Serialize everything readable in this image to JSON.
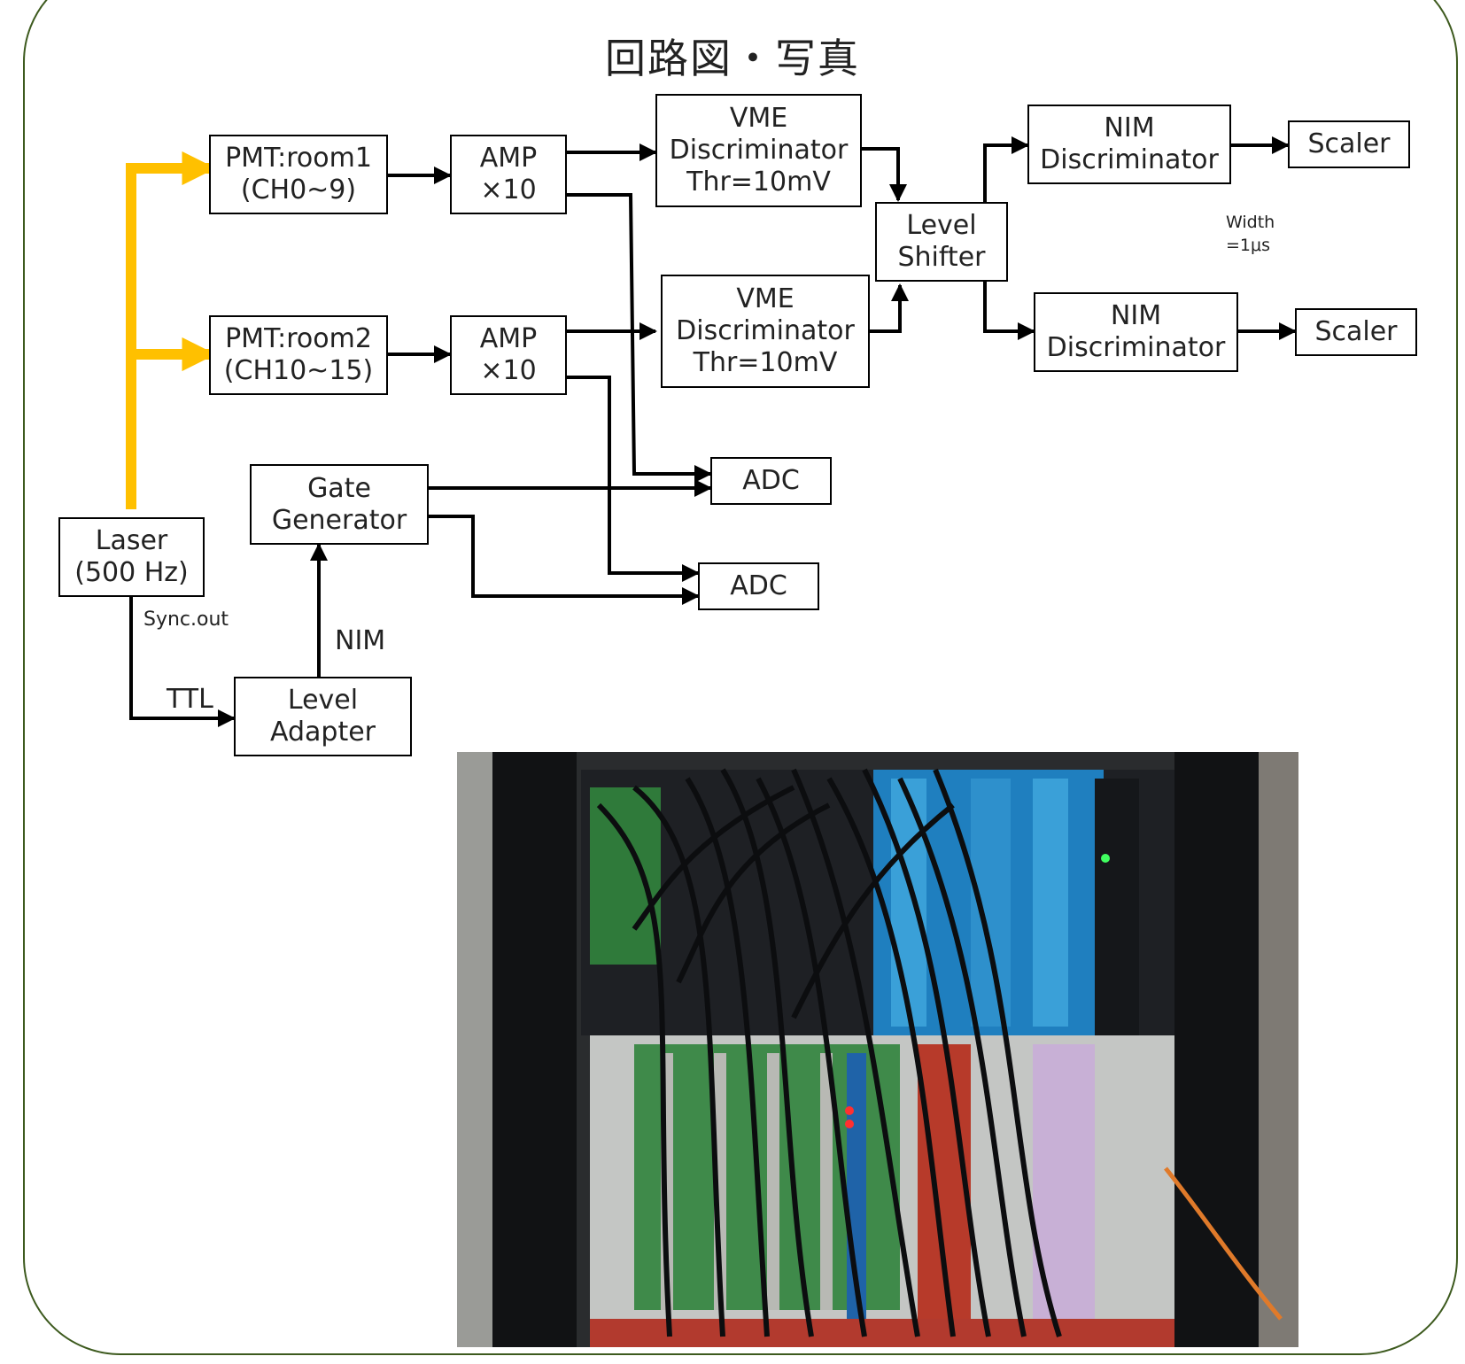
{
  "title": "回路図・写真",
  "boxes": {
    "pmt1": [
      "PMT:room1",
      "(CH0~9)"
    ],
    "pmt2": [
      "PMT:room2",
      "(CH10~15)"
    ],
    "amp1": [
      "AMP",
      "×10"
    ],
    "amp2": [
      "AMP",
      "×10"
    ],
    "vme1": [
      "VME",
      "Discriminator",
      "Thr=10mV"
    ],
    "vme2": [
      "VME",
      "Discriminator",
      "Thr=10mV"
    ],
    "level_shifter": [
      "Level",
      "Shifter"
    ],
    "nim1": [
      "NIM",
      "Discriminator"
    ],
    "nim2": [
      "NIM",
      "Discriminator"
    ],
    "scaler1": [
      "Scaler"
    ],
    "scaler2": [
      "Scaler"
    ],
    "adc1": [
      "ADC"
    ],
    "adc2": [
      "ADC"
    ],
    "gate": [
      "Gate",
      "Generator"
    ],
    "laser": [
      "Laser",
      "(500 Hz)"
    ],
    "level_adapter": [
      "Level",
      "Adapter"
    ]
  },
  "labels": {
    "width": [
      "Width",
      "=1μs"
    ],
    "sync_out": "Sync.out",
    "nim": "NIM",
    "ttl": "TTL"
  },
  "colors": {
    "laser_arrow": "#FFC000",
    "frame": "#3D5A1E",
    "signal": "#000000"
  }
}
